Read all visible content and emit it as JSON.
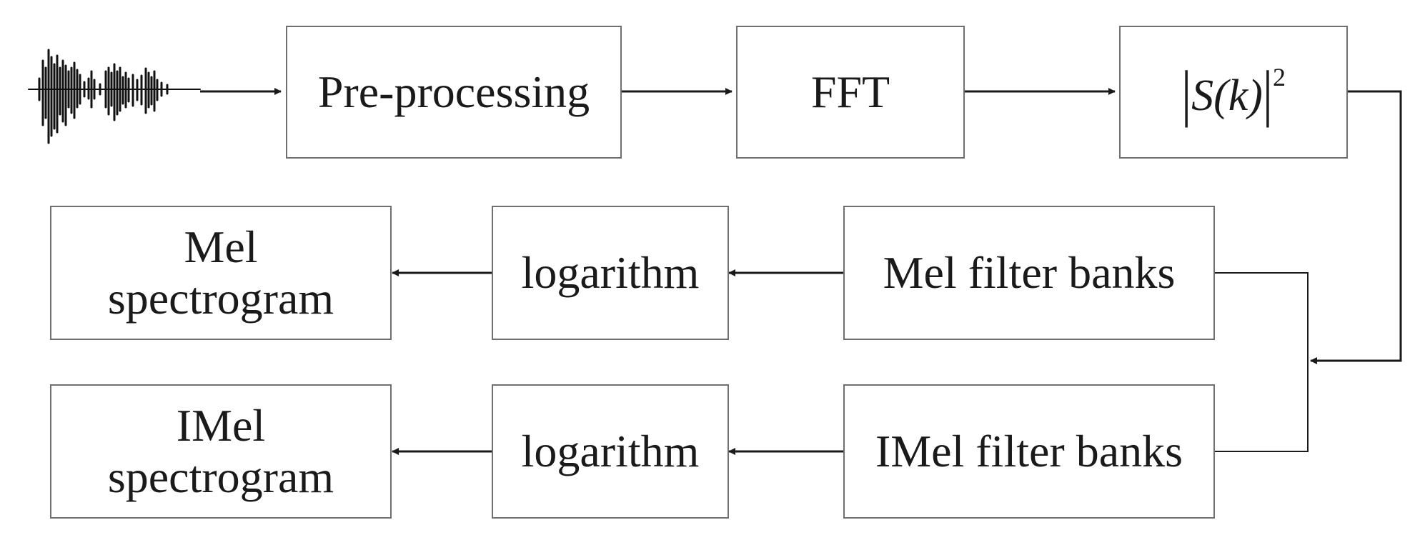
{
  "nodes": {
    "preprocessing": "Pre-processing",
    "fft": "FFT",
    "power": {
      "symbol": "S",
      "variable": "k",
      "exponent": "2"
    },
    "mel_filter": "Mel filter banks",
    "log1": "logarithm",
    "mel_spec": {
      "line1": "Mel",
      "line2": "spectrogram"
    },
    "imel_filter": "IMel filter banks",
    "log2": "logarithm",
    "imel_spec": {
      "line1": "IMel",
      "line2": "spectrogram"
    }
  },
  "edges": [
    [
      "waveform",
      "preprocessing"
    ],
    [
      "preprocessing",
      "fft"
    ],
    [
      "fft",
      "power"
    ],
    [
      "power",
      "split"
    ],
    [
      "split",
      "mel_filter"
    ],
    [
      "split",
      "imel_filter"
    ],
    [
      "mel_filter",
      "log1"
    ],
    [
      "log1",
      "mel_spec"
    ],
    [
      "imel_filter",
      "log2"
    ],
    [
      "log2",
      "imel_spec"
    ]
  ],
  "icons": {
    "input": "speech-waveform-icon"
  },
  "colors": {
    "line": "#1a1a1a",
    "box_border": "#6f6f6f",
    "text": "#1a1a1a"
  }
}
